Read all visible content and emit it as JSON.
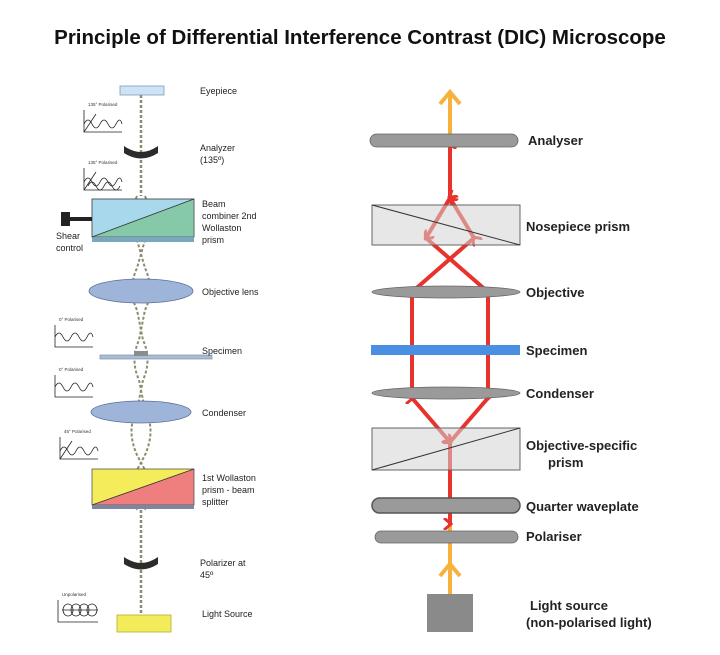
{
  "title": "Principle of Differential Interference Contrast (DIC) Microscope",
  "left_diagram": {
    "eyepiece": "Eyepiece",
    "analyzer_1": "Analyzer",
    "analyzer_2": "(135º)",
    "beam_combiner_1": "Beam",
    "beam_combiner_2": "combiner 2nd",
    "beam_combiner_3": "Wollaston",
    "beam_combiner_4": "prism",
    "shear_1": "Shear",
    "shear_2": "control",
    "objective_lens": "Objective lens",
    "specimen": "Specimen",
    "condenser": "Condenser",
    "wollaston1_1": "1st Wollaston",
    "wollaston1_2": "prism - beam",
    "wollaston1_3": "splitter",
    "polarizer_1": "Polarizer at",
    "polarizer_2": "45º",
    "light_source": "Light Source",
    "wave_labels": {
      "w1": "135° Polarised",
      "w2": "135° Polarised",
      "w3": "0° Polarised",
      "w4": "0° Polarised",
      "w5": "45° Polarised",
      "w6": "Unpolarised"
    }
  },
  "right_diagram": {
    "analyser": "Analyser",
    "nosepiece_prism": "Nosepiece prism",
    "objective": "Objective",
    "specimen": "Specimen",
    "condenser": "Condenser",
    "objective_specific_1": "Objective-specific",
    "objective_specific_2": "prism",
    "quarter_waveplate": "Quarter waveplate",
    "polariser": "Polariser",
    "light_source_1": "Light source",
    "light_source_2": "(non-polarised light)"
  },
  "colors": {
    "red_beam": "#e8322c",
    "orange_beam": "#f6b23c",
    "specimen_blue": "#4a90e2",
    "element_gray": "#9a9a9a",
    "prism_gray": "#d4d4d4",
    "light_box": "#8a8a8a"
  }
}
